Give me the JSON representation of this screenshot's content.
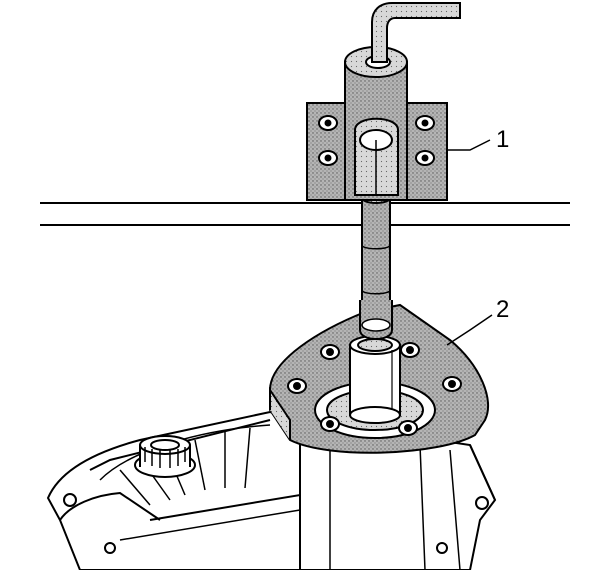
{
  "callouts": [
    {
      "number": "1",
      "part": "press-base-tool"
    },
    {
      "number": "2",
      "part": "bearing-installer-plate"
    }
  ],
  "colors": {
    "ink": "#000000",
    "paper": "#ffffff",
    "tool_fill": "#a9a9a9",
    "tool_fill_light": "#cfcfcf"
  }
}
